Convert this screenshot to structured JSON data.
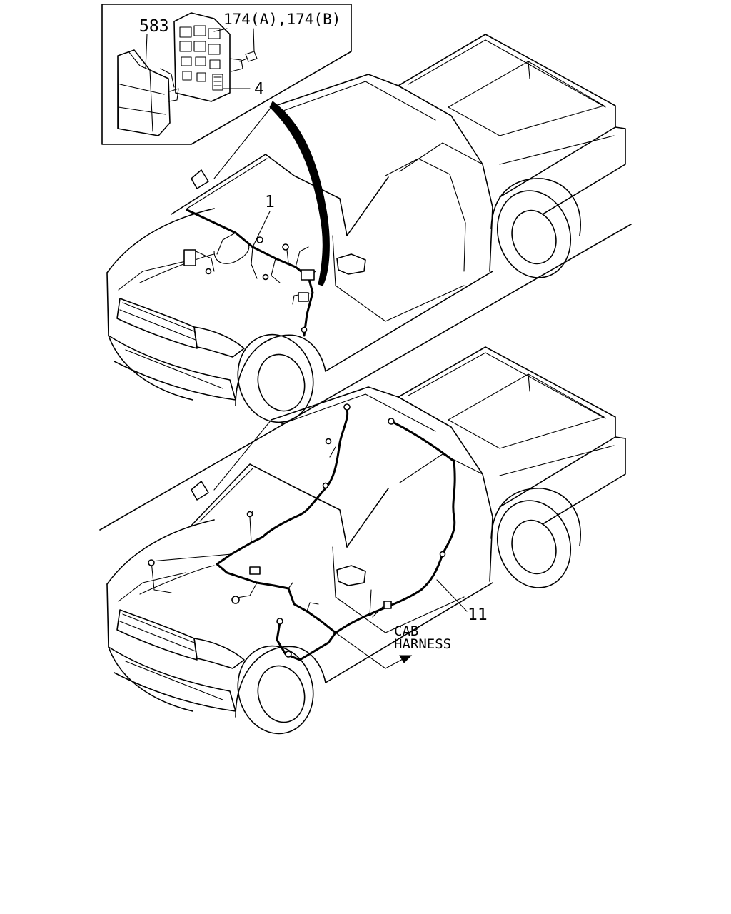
{
  "callouts": {
    "relay_cover": "583",
    "fuse_relay": "174(A),174(B)",
    "junction_block": "4",
    "engine_harness": "1",
    "cab_harness_part": "11"
  },
  "annotation": {
    "line1": "CAB",
    "line2": "HARNESS"
  },
  "colors": {
    "ink": "#000000",
    "paper": "#ffffff"
  }
}
